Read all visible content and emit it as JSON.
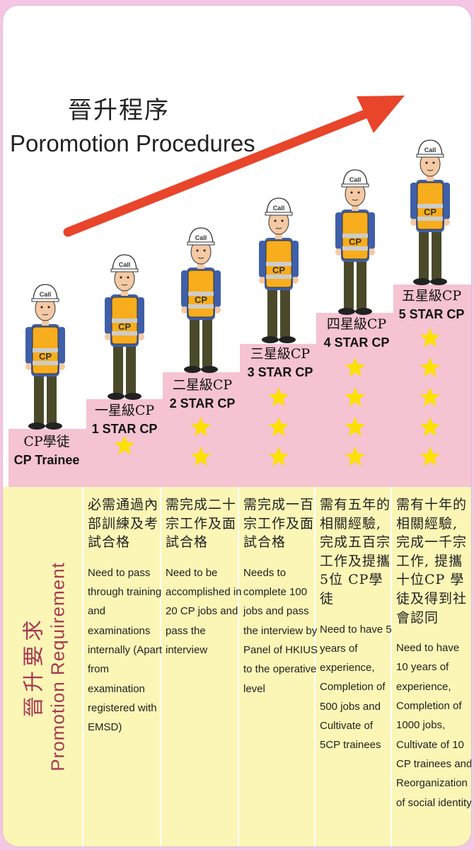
{
  "title": {
    "zh": "晉升程序",
    "en": "Poromotion Procedures"
  },
  "helmet_text": "Call",
  "vest_text": "CP",
  "levels": [
    {
      "zh": "CP學徒",
      "en": "CP Trainee",
      "stars": 0
    },
    {
      "zh": "一星級CP",
      "en": "1 STAR CP",
      "stars": 1
    },
    {
      "zh": "二星級CP",
      "en": "2 STAR CP",
      "stars": 2
    },
    {
      "zh": "三星級CP",
      "en": "3 STAR CP",
      "stars": 3
    },
    {
      "zh": "四星級CP",
      "en": "4 STAR CP",
      "stars": 4
    },
    {
      "zh": "五星級CP",
      "en": "5 STAR CP",
      "stars": 5
    }
  ],
  "requirement_heading": {
    "zh": "晉升要求",
    "en": "Promotion Requirement"
  },
  "requirements": [
    {
      "zh": "必需通過內部訓練及考試合格",
      "en": "Need to pass through training and examinations internally (Apart from examination registered with EMSD)"
    },
    {
      "zh": "需完成二十宗工作及面試合格",
      "en": "Need to be accomplished in 20 CP jobs and pass the interview"
    },
    {
      "zh": "需完成一百宗工作及面試合格",
      "en": "Needs to complete 100 jobs and pass the interview by Panel of HKIUS to the operative level"
    },
    {
      "zh": "需有五年的相關經驗, 完成五百宗工作及提攜5位 CP學徒",
      "en": "Need to have 5 years of experience, Completion of 500 jobs and Cultivate of 5CP trainees"
    },
    {
      "zh": "需有十年的相關經驗, 完成一千宗工作, 提攜十位CP 學徒及得到社會認同",
      "en": "Need to have 10 years of experience, Completion of 1000 jobs, Cultivate of 10 CP trainees and Reorganization of social identity"
    }
  ],
  "colors": {
    "page_bg": "#f4c6e4",
    "stairs": "#f5c3d2",
    "requirements_bg": "#fbf6b6",
    "arrow": "#e8452b",
    "star": "#fbe000",
    "vest": "#f7ad1c"
  }
}
